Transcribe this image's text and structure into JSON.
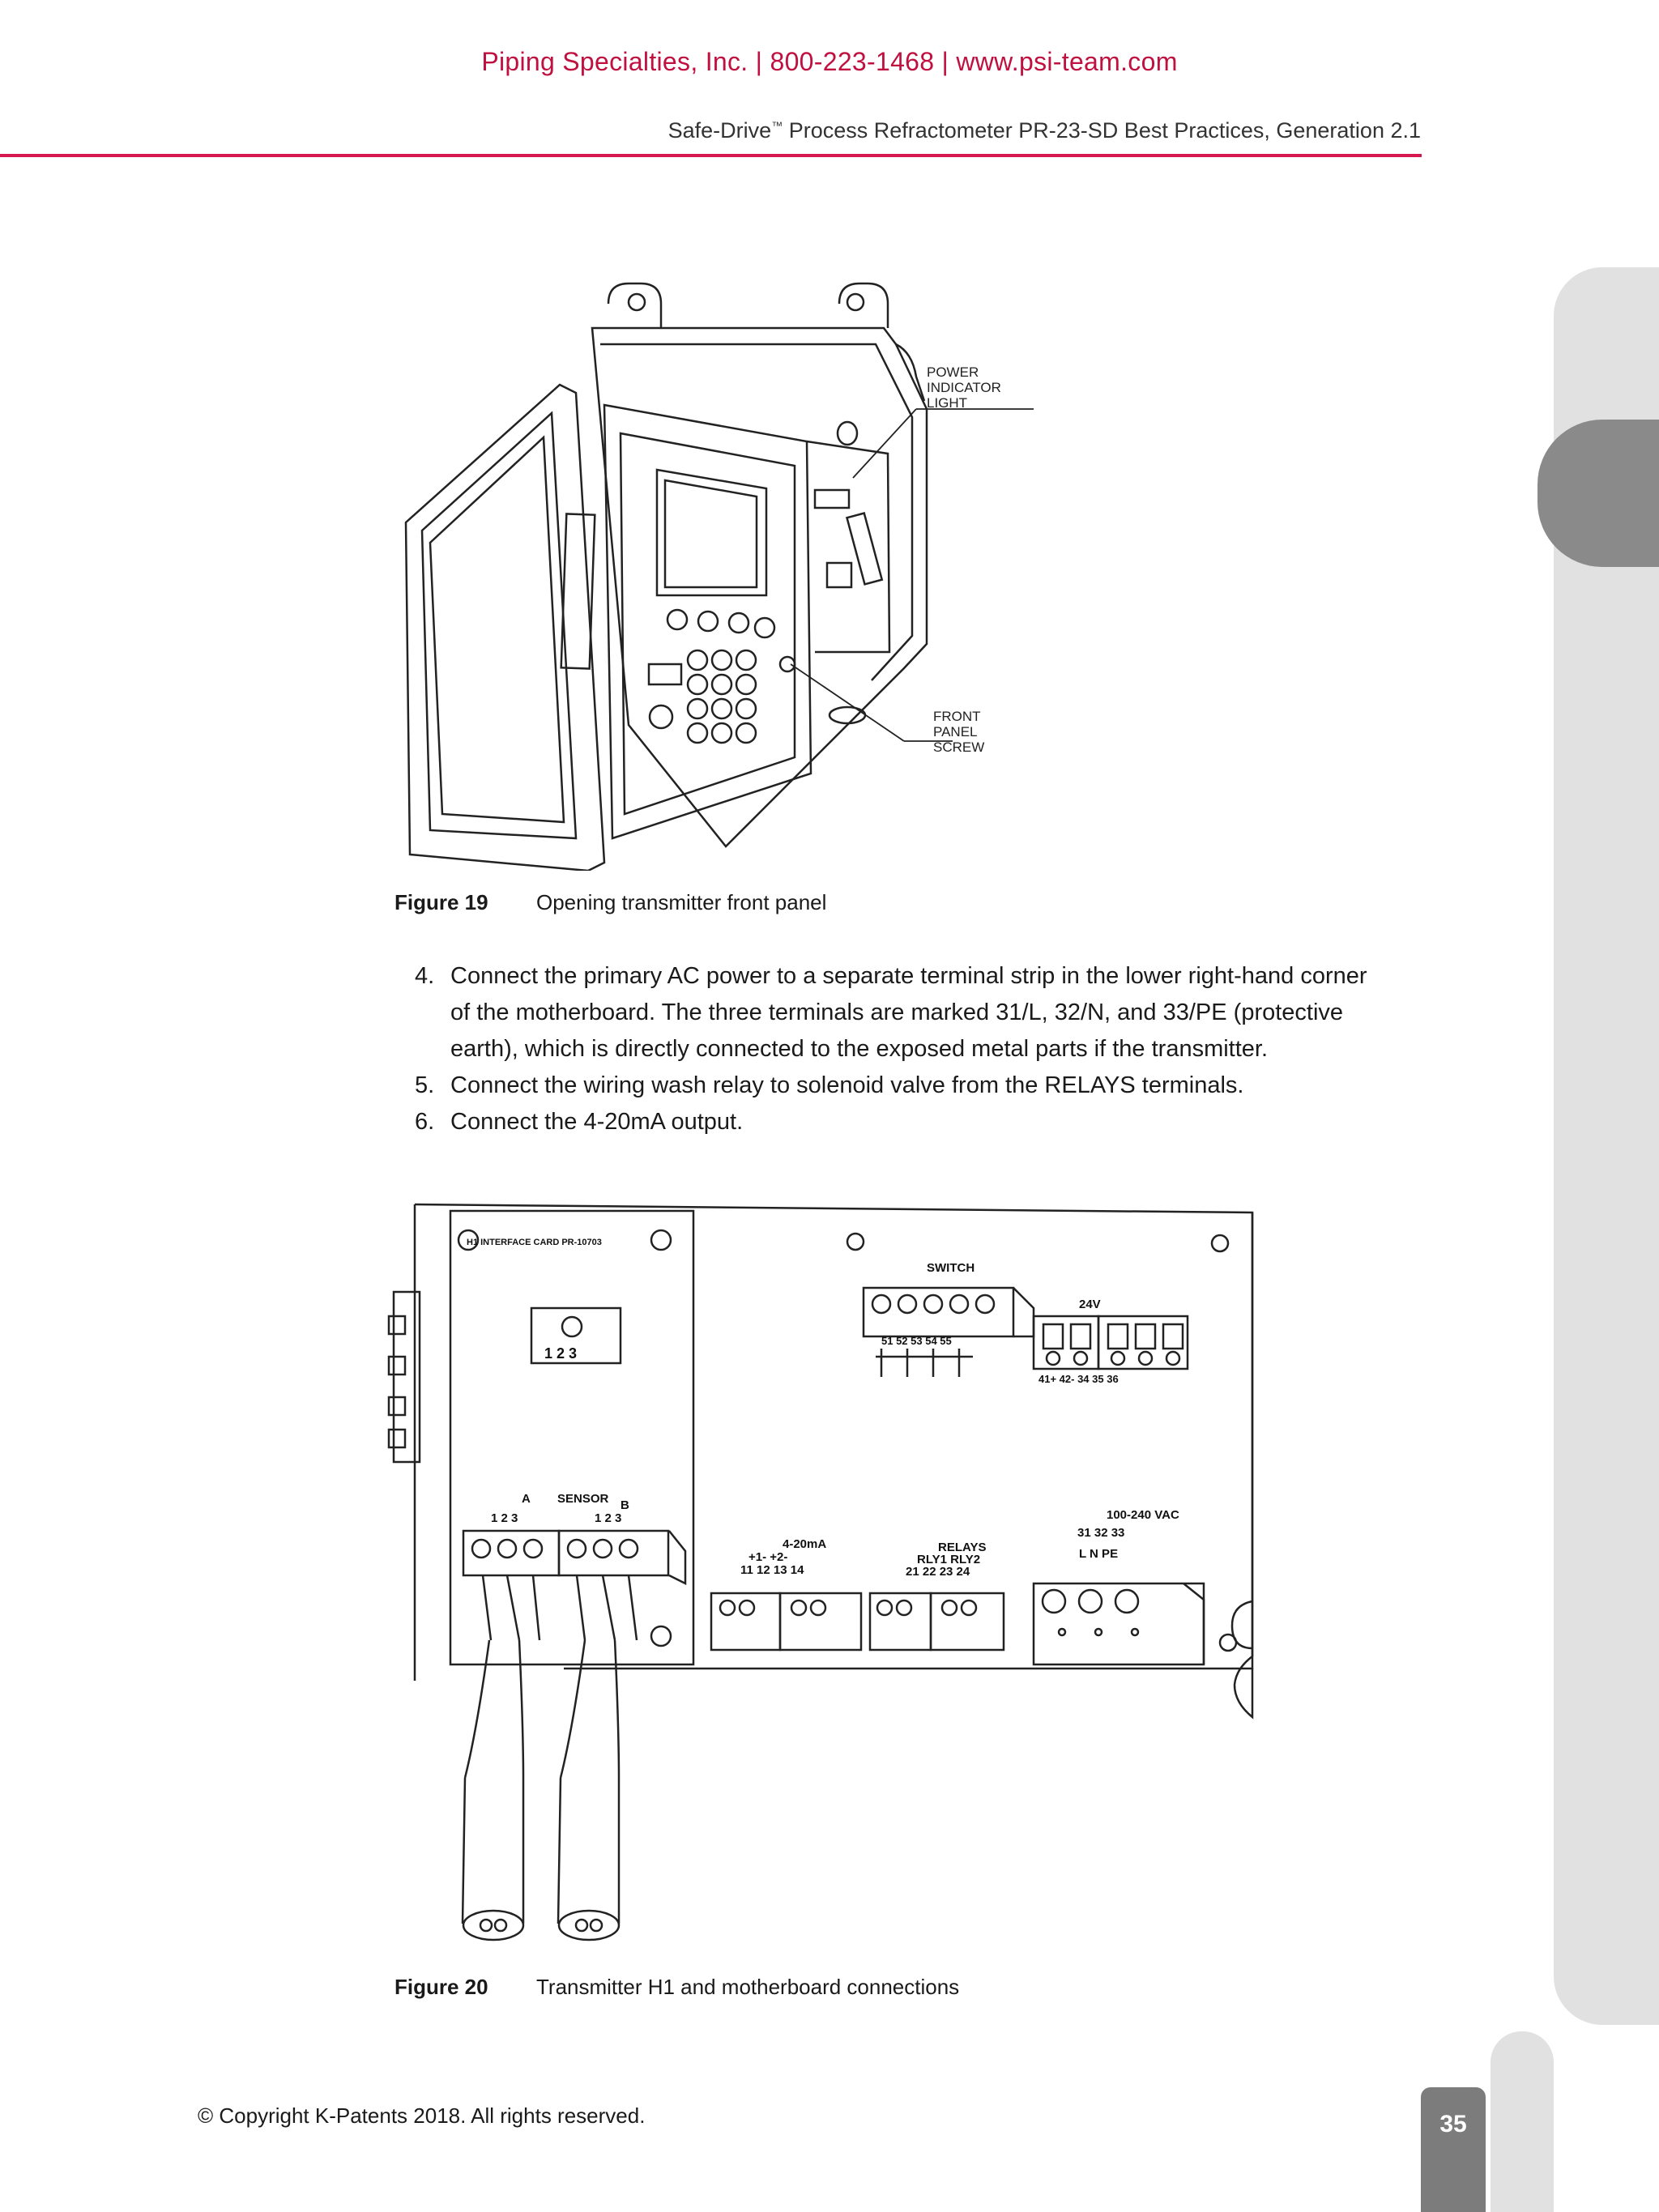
{
  "header": {
    "company_line": "Piping Specialties, Inc.  |  800-223-1468  |  www.psi-team.com",
    "doc_title": "Safe-Drive",
    "doc_tm": "™",
    "doc_title_rest": " Process Refractometer PR-23-SD Best Practices, Generation 2.1"
  },
  "figure19": {
    "label_power": [
      "POWER",
      "INDICATOR",
      "LIGHT"
    ],
    "label_screw": [
      "FRONT",
      "PANEL",
      "SCREW"
    ],
    "caption_num": "Figure 19",
    "caption_text": "Opening transmitter front panel"
  },
  "steps": [
    {
      "n": "4.",
      "text": "Connect the primary AC power to a separate terminal strip in the lower right-hand corner of the motherboard. The three terminals are marked 31/L, 32/N, and 33/PE (protective earth), which is directly connected to the exposed metal parts if the transmitter."
    },
    {
      "n": "5.",
      "text": "Connect the wiring wash relay to solenoid valve from the RELAYS terminals."
    },
    {
      "n": "6.",
      "text": "Connect the 4-20mA output."
    }
  ],
  "figure20": {
    "card_title": "H1 INTERFACE CARD PR-10703",
    "switch_label": "SWITCH",
    "switch_nums": "51  52  53  54  55",
    "v24_label": "24V",
    "v24_nums": "41+ 42-   34  35  36",
    "dip_nums": "1  2  3",
    "sensor_label": "SENSOR",
    "sensor_a": "A",
    "sensor_b": "B",
    "sensor_nums_a": "1  2  3",
    "sensor_nums_b": "1  2  3",
    "ma_label": "4-20mA",
    "ma_pol": "+1-     +2-",
    "ma_nums": "11  12    13  14",
    "relays_label": "RELAYS",
    "relay_names": "RLY1     RLY2",
    "relay_nums": "21  22    23  24",
    "ac_label": "100-240 VAC",
    "ac_nums": "31      32      33",
    "ac_names": "L        N       PE",
    "caption_num": "Figure 20",
    "caption_text": "Transmitter H1 and motherboard connections"
  },
  "footer": {
    "copyright": "© Copyright K-Patents 2018. All rights reserved.",
    "page_number": "35"
  }
}
